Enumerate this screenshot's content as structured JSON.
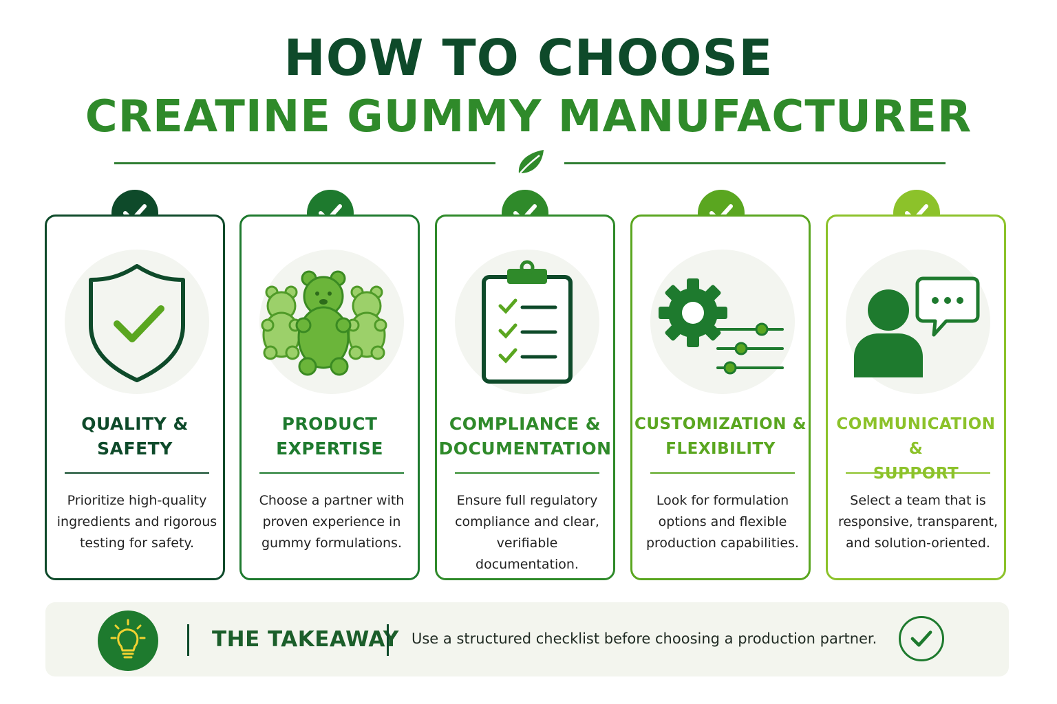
{
  "header": {
    "title_line1": "HOW TO CHOOSE",
    "title_line2": "CREATINE GUMMY MANUFACTURER",
    "divider_icon": "leaf-icon"
  },
  "cards": [
    {
      "icon": "shield-check-icon",
      "accent": "#0e4a2a",
      "title": [
        "QUALITY &",
        "SAFETY"
      ],
      "description": [
        "Prioritize high-quality",
        "ingredients and rigorous",
        "testing for safety."
      ]
    },
    {
      "icon": "gummy-bears-icon",
      "accent": "#1e7a2e",
      "title": [
        "PRODUCT",
        "EXPERTISE"
      ],
      "description": [
        "Choose a partner with",
        "proven experience in",
        "gummy formulations."
      ]
    },
    {
      "icon": "clipboard-checklist-icon",
      "accent": "#2f8a2a",
      "title": [
        "COMPLIANCE &",
        "DOCUMENTATION"
      ],
      "description": [
        "Ensure full regulatory",
        "compliance and clear,",
        "verifiable documentation."
      ]
    },
    {
      "icon": "gear-sliders-icon",
      "accent": "#5aa620",
      "title": [
        "CUSTOMIZATION &",
        "FLEXIBILITY"
      ],
      "description": [
        "Look for formulation",
        "options and flexible",
        "production capabilities."
      ]
    },
    {
      "icon": "person-chat-icon",
      "accent": "#8cc22a",
      "title": [
        "COMMUNICATION &",
        "SUPPORT"
      ],
      "description": [
        "Select a team that is",
        "responsive, transparent,",
        "and solution-oriented."
      ]
    }
  ],
  "takeaway": {
    "icon": "lightbulb-icon",
    "label": "THE TAKEAWAY",
    "text": "Use a structured checklist before choosing a production partner.",
    "end_icon": "check-circle-icon"
  }
}
